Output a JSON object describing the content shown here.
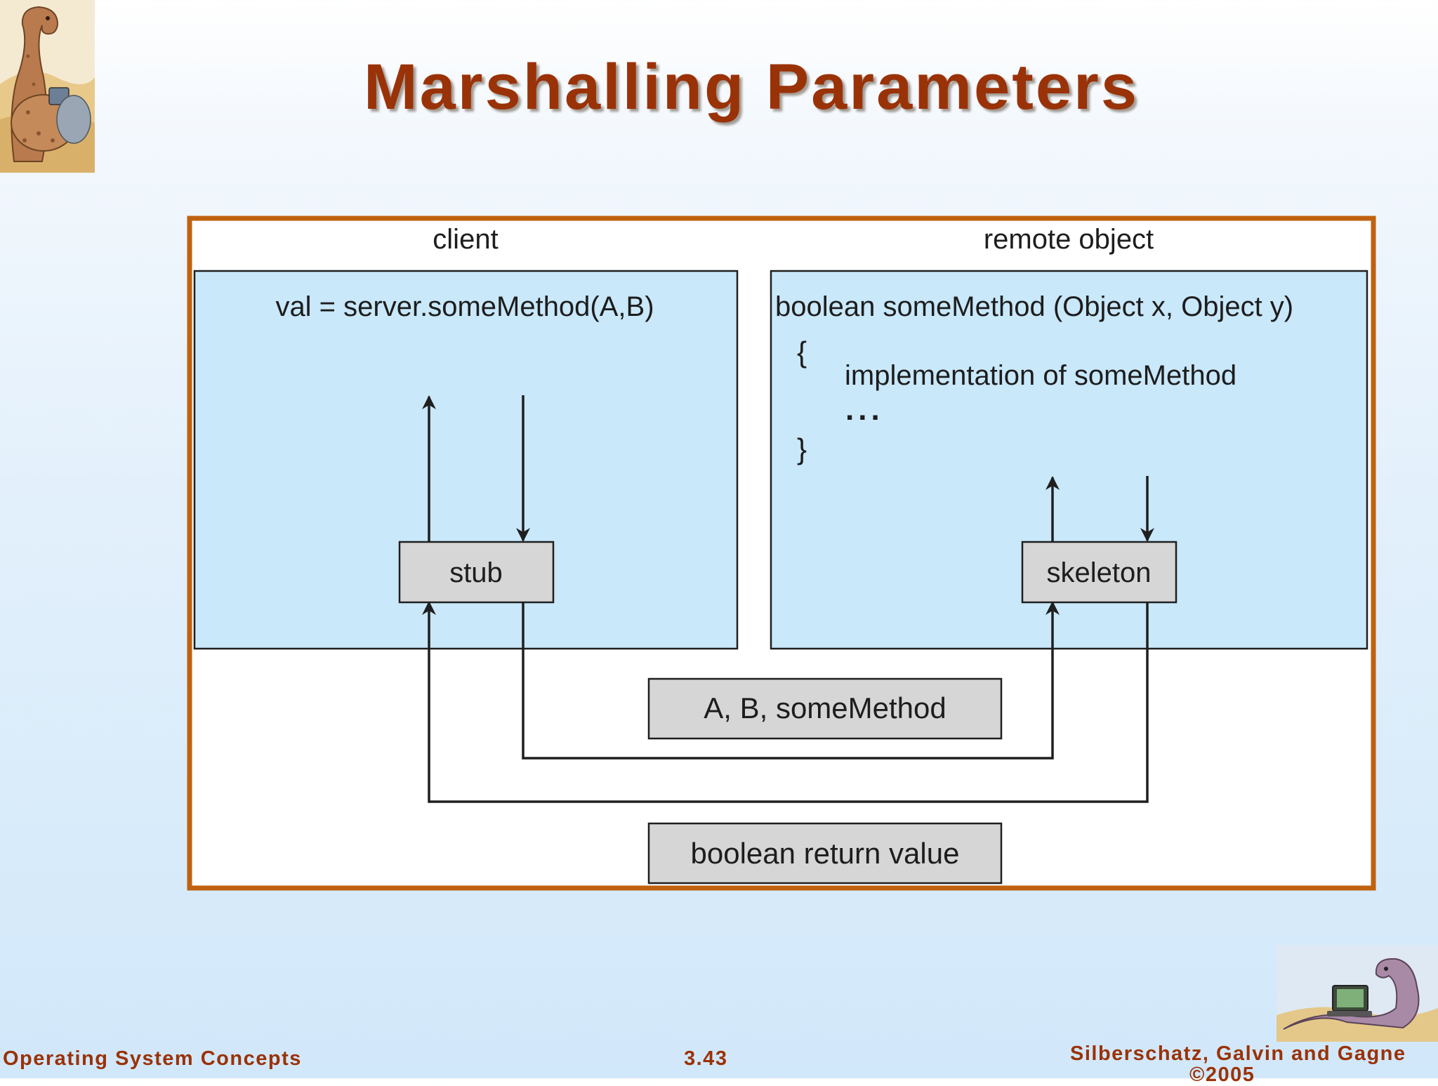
{
  "slide": {
    "title": "Marshalling Parameters"
  },
  "diagram": {
    "client_label": "client",
    "remote_label": "remote object",
    "client_code": "val = server.someMethod(A,B)",
    "remote_signature": "boolean someMethod (Object x, Object y)",
    "open_brace": "{",
    "impl_text": "implementation of someMethod",
    "ellipsis": "...",
    "close_brace": "}",
    "stub_label": "stub",
    "skeleton_label": "skeleton",
    "request_message": "A, B, someMethod",
    "reply_message": "boolean return value"
  },
  "footer": {
    "left": "Operating System Concepts",
    "center": "3.43",
    "right": "Silberschatz, Galvin and Gagne",
    "copyright": "©2005"
  },
  "colors": {
    "title": "#9a3208",
    "frame_border": "#c0610f",
    "panel_fill": "#c9e8fa",
    "box_fill": "#d6d6d6"
  },
  "icons": {
    "top_logo": "dinosaur-reading-icon",
    "bottom_logo": "dinosaur-laptop-icon"
  }
}
